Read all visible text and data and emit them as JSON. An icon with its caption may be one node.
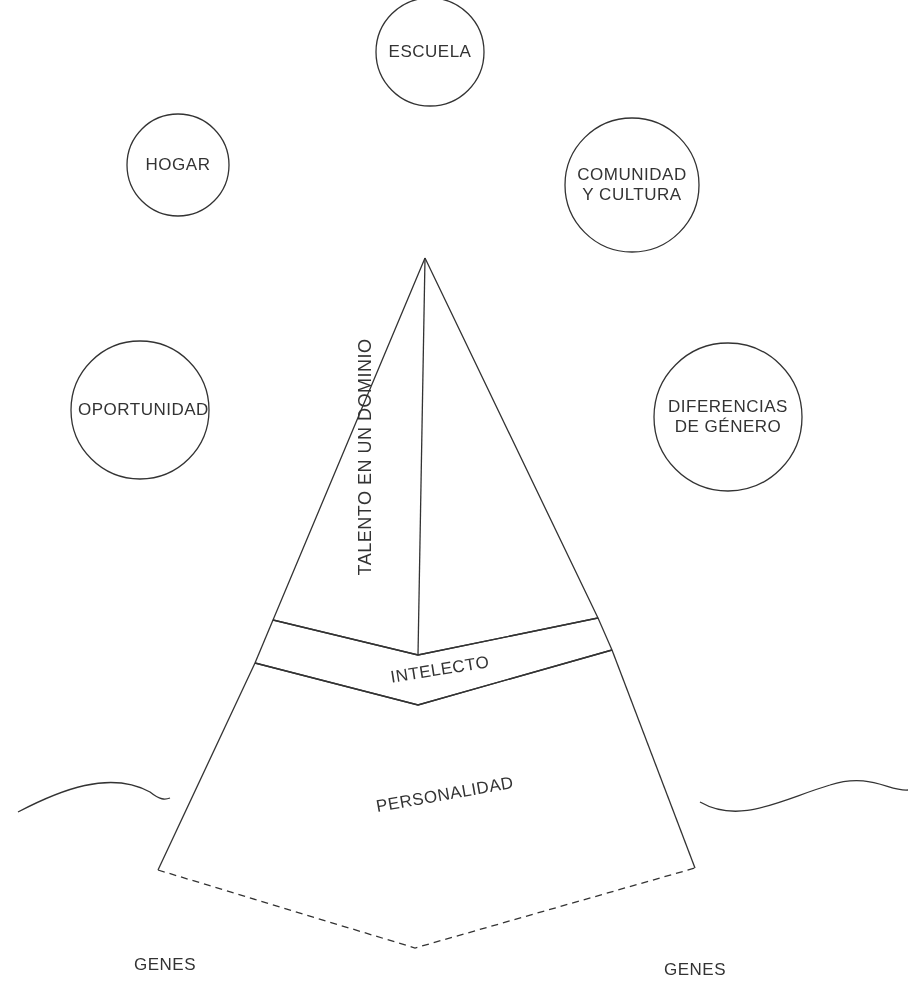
{
  "diagram": {
    "nodes": [
      {
        "text": [
          "ESCUELA"
        ]
      },
      {
        "text": [
          "HOGAR"
        ]
      },
      {
        "text": [
          "COMUNIDAD Y CULTURA"
        ]
      },
      {
        "text": [
          "OPORTUNIDAD"
        ]
      },
      {
        "text": [
          "DIFERENCIAS DE GÉNERO"
        ]
      },
      {
        "text": [
          "TALENTO EN UN DOMINIO"
        ]
      },
      {
        "text": [
          "INTELECTO"
        ]
      },
      {
        "text": [
          "PERSONALIDAD"
        ]
      }
    ],
    "labels": [
      "GENES",
      "GENES"
    ]
  }
}
